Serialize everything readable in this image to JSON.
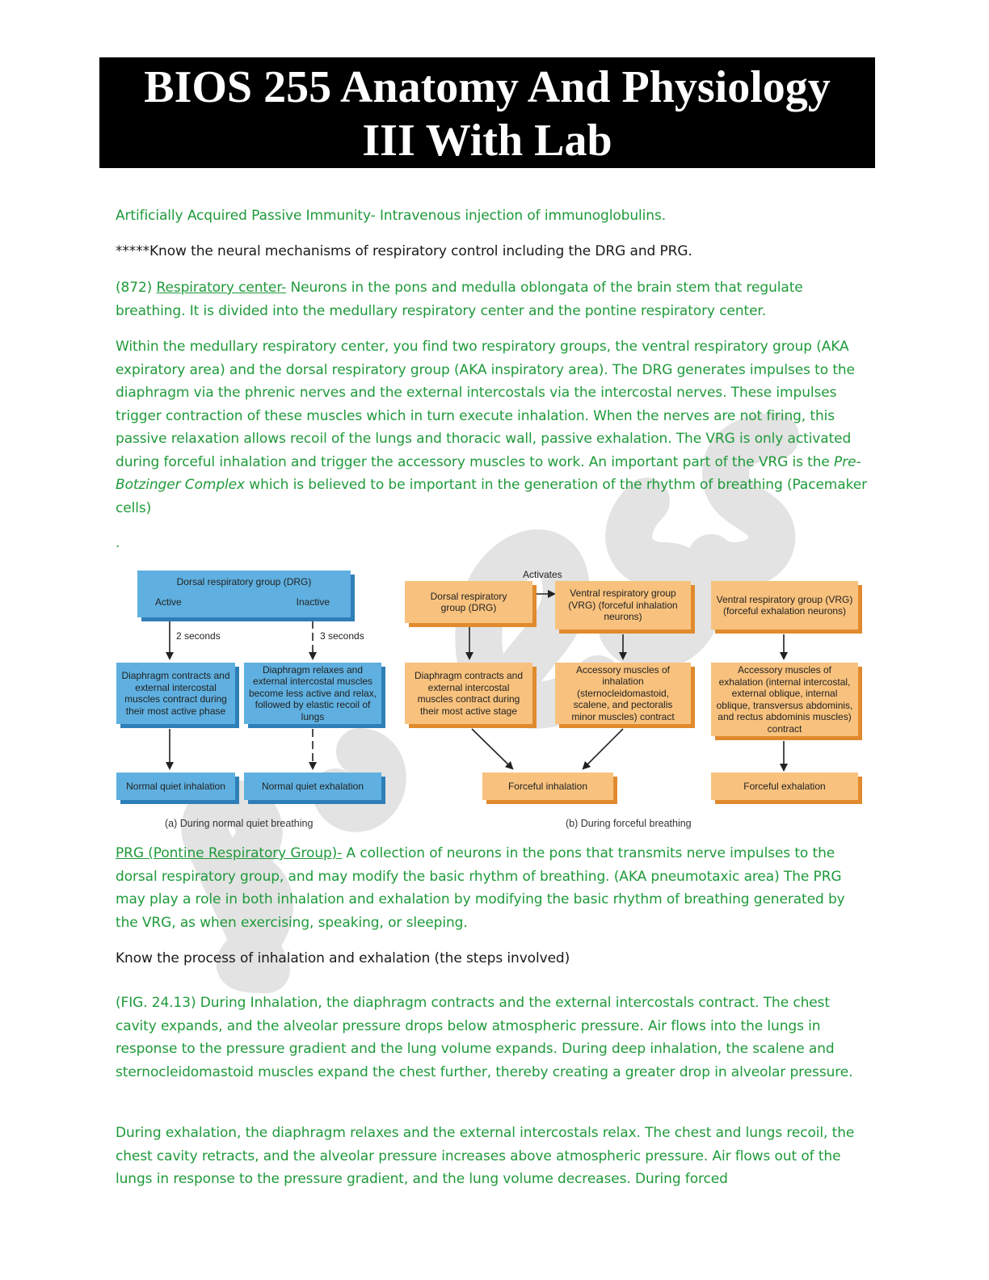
{
  "header": {
    "title_line1": "BIOS 255 Anatomy And Physiology",
    "title_line2": "III With Lab"
  },
  "paragraphs": {
    "p1": "Artificially Acquired Passive Immunity-  Intravenous injection of immunoglobulins.",
    "p2": "*****Know the neural mechanisms of respiratory control including the DRG and PRG.",
    "p3_prefix": "(872) ",
    "p3_term": "Respiratory center-",
    "p3_rest": " Neurons in the pons and medulla oblongata of the brain stem that regulate breathing.  It is divided into the medullary respiratory center and the pontine respiratory center.",
    "p4_a": "Within the medullary respiratory center, you find two respiratory groups, the ventral respiratory group (AKA expiratory area) and the dorsal respiratory group (AKA inspiratory area). The DRG generates impulses to the diaphragm via the phrenic nerves and the external intercostals via the intercostal nerves. These impulses trigger contraction of these muscles which in turn execute inhalation. When the nerves are not firing, this passive relaxation allows recoil of the lungs and thoracic wall, passive exhalation. The VRG is only activated during forceful inhalation and trigger the accessory muscles to work. An important part of the VRG is the ",
    "p4_italic": "Pre-Botzinger Complex",
    "p4_b": " which is believed to be important in the generation of the rhythm of breathing (Pacemaker cells)",
    "dot": ".",
    "p5_term": "PRG (Pontine Respiratory Group)-",
    "p5_rest": " A collection of neurons in the pons that transmits nerve impulses to the dorsal respiratory group, and may modify the basic rhythm of breathing. (AKA pneumotaxic area) The PRG may play a role in both inhalation and exhalation by modifying the basic rhythm of breathing generated by the VRG, as when exercising, speaking, or sleeping.",
    "p6": "Know the process of inhalation and exhalation (the steps involved)",
    "p7": "(FIG. 24.13) During Inhalation, the diaphragm contracts and the external intercostals contract. The chest cavity expands, and the alveolar pressure drops below atmospheric pressure. Air flows into the lungs in response to the pressure gradient and the lung volume expands. During deep inhalation, the scalene and sternocleidomastoid muscles expand the chest further, thereby creating a greater drop in alveolar pressure.",
    "p8": "During exhalation, the diaphragm relaxes and the external intercostals relax. The chest and lungs recoil, the chest cavity retracts, and the alveolar pressure increases above atmospheric pressure. Air flows out of the lungs in response to the pressure gradient, and the lung volume decreases. During forced"
  },
  "figure": {
    "a": {
      "drg_title": "Dorsal respiratory group (DRG)",
      "active": "Active",
      "inactive": "Inactive",
      "t2": "2 seconds",
      "t3": "3 seconds",
      "contract": "Diaphragm contracts and external intercostal muscles contract during their most active phase",
      "relax": "Diaphragm relaxes and external intercostal muscles become less active and relax, followed by elastic recoil of lungs",
      "inhale": "Normal quiet inhalation",
      "exhale": "Normal quiet exhalation",
      "caption": "(a) During normal quiet breathing"
    },
    "b": {
      "activates": "Activates",
      "drg": "Dorsal respiratory group (DRG)",
      "vrg_in": "Ventral respiratory group (VRG) (forceful inhalation neurons)",
      "vrg_ex": "Ventral respiratory group (VRG) (forceful exhalation neurons)",
      "drg_effect": "Diaphragm contracts and external intercostal muscles contract during their most active stage",
      "acc_in": "Accessory muscles of inhalation (sternocleidomastoid, scalene, and pectoralis minor muscles) contract",
      "acc_ex": "Accessory muscles of exhalation (internal intercostal, external oblique, internal oblique, transversus abdominis, and rectus abdominis muscles) contract",
      "forceful_in": "Forceful inhalation",
      "forceful_ex": "Forceful exhalation",
      "caption": "(b) During forceful breathing"
    }
  },
  "colors": {
    "text_green": "#1f9a3a",
    "blue_box": "#5fb0e0",
    "orange_box": "#f8c27e"
  }
}
